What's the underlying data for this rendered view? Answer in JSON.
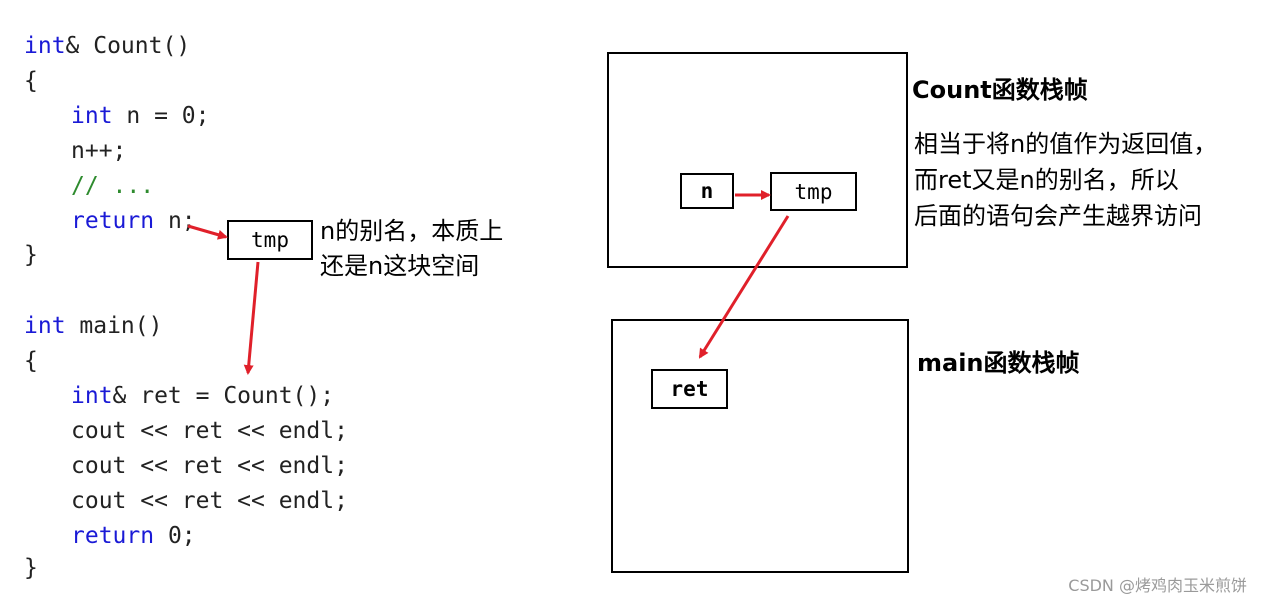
{
  "code": {
    "count_sig_kw": "int",
    "count_sig_rest": "& Count()",
    "open_brace_1": "{",
    "line_n_kw": "int",
    "line_n_rest": " n = 0;",
    "line_inc": "n++;",
    "line_comment": "// ...",
    "line_return_kw": "return",
    "line_return_rest": " n;",
    "close_brace_1": "}",
    "main_sig_kw": "int",
    "main_sig_rest": " main()",
    "open_brace_2": "{",
    "line_ret_kw": "int",
    "line_ret_rest": "& ret = Count();",
    "cout_1": "cout << ret << endl;",
    "cout_2": "cout << ret << endl;",
    "cout_3": "cout << ret << endl;",
    "line_return0_kw": "return",
    "line_return0_rest": " 0;",
    "close_brace_2": "}"
  },
  "tmp_box_label": "tmp",
  "alias_note": {
    "line1": "n的别名，本质上",
    "line2": "还是n这块空间"
  },
  "count_frame": {
    "title": "Count函数栈帧",
    "n_label": "n",
    "tmp_label": "tmp",
    "note_line1": "相当于将n的值作为返回值，",
    "note_line2": "而ret又是n的别名，所以",
    "note_line3": "后面的语句会产生越界访问"
  },
  "main_frame": {
    "title": "main函数栈帧",
    "ret_label": "ret"
  },
  "watermark": "CSDN @烤鸡肉玉米煎饼",
  "colors": {
    "keyword": "#1a1ad6",
    "comment": "#2e8b2e",
    "arrow": "#e0202a"
  }
}
